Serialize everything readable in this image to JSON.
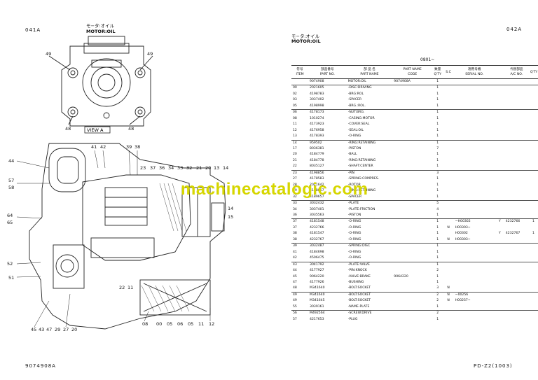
{
  "left_page": {
    "page_code": "041A",
    "title_jp": "モ−タ:オイル",
    "title_en": "MOTOR:OIL",
    "view_label": "VIEW A",
    "bottom_code": "9074908A",
    "callouts_top": [
      "49",
      "49",
      "48",
      "48"
    ],
    "callouts_section": [
      "41",
      "42",
      "39",
      "38",
      "23",
      "37",
      "36",
      "34",
      "33",
      "32",
      "21",
      "20",
      "13",
      "14",
      "44",
      "57",
      "58",
      "64",
      "65",
      "52",
      "51",
      "22",
      "11",
      "45",
      "43",
      "47",
      "29",
      "27",
      "20",
      "08",
      "00",
      "05",
      "06",
      "05",
      "11",
      "12",
      "14",
      "15"
    ]
  },
  "right_page": {
    "page_code": "042A",
    "title_jp": "モ−タ:オイル",
    "title_en": "MOTOR:OIL",
    "serial_from": "0801~",
    "bottom_code": "PD-Z2(1003)",
    "headers": {
      "item_jp": "符号",
      "item_en": "ITEM",
      "pno_jp": "部品番号",
      "pno_en": "PART NO.",
      "name_jp": "部 品 名",
      "name_en": "PART NAME",
      "code_jp": "PART NAME",
      "code_en": "CODE",
      "qty_jp": "数量",
      "qty_en": "Q'TY",
      "sc": "S.C",
      "serial_jp": "適用号機",
      "serial_en": "SERIAL NO.",
      "ano_jp": "代替部品",
      "ano_en": "A/C NO.",
      "aq_en": "Q'TY"
    },
    "rows": [
      {
        "item": "",
        "pno": "9074908",
        "name": "MOTOR:OIL",
        "code": "9074908A",
        "qty": "1",
        "sc": "",
        "serial": "",
        "sp": "",
        "ano": "",
        "aq": ""
      },
      {
        "item": "00",
        "pno": "2021605",
        "name": "-DISC:DRIVING",
        "code": "",
        "qty": "1",
        "sc": "",
        "serial": "",
        "sp": "",
        "ano": "",
        "aq": ""
      },
      {
        "item": "02",
        "pno": "4198783",
        "name": "-BRG:ROL",
        "code": "",
        "qty": "1",
        "sc": "",
        "serial": "",
        "sp": "",
        "ano": "",
        "aq": ""
      },
      {
        "item": "03",
        "pno": "3037402",
        "name": "-SPACER",
        "code": "",
        "qty": "1",
        "sc": "",
        "serial": "",
        "sp": "",
        "ano": "",
        "aq": ""
      },
      {
        "item": "05",
        "pno": "4198998",
        "name": "-BRG.:ROL.",
        "code": "",
        "qty": "1",
        "sc": "",
        "serial": "",
        "sp": "",
        "ano": "",
        "aq": ""
      },
      {
        "item": "06",
        "pno": "4178173",
        "name": "-NUT:BRG.",
        "code": "",
        "qty": "1",
        "sc": "",
        "serial": "",
        "sp": "",
        "ano": "",
        "aq": ""
      },
      {
        "item": "08",
        "pno": "1010274",
        "name": "-CASING:MOTOR",
        "code": "",
        "qty": "1",
        "sc": "",
        "serial": "",
        "sp": "",
        "ano": "",
        "aq": ""
      },
      {
        "item": "11",
        "pno": "4173923",
        "name": "-COVER:SEAL",
        "code": "",
        "qty": "1",
        "sc": "",
        "serial": "",
        "sp": "",
        "ano": "",
        "aq": ""
      },
      {
        "item": "12",
        "pno": "4176958",
        "name": "-SEAL:OIL",
        "code": "",
        "qty": "1",
        "sc": "",
        "serial": "",
        "sp": "",
        "ano": "",
        "aq": ""
      },
      {
        "item": "13",
        "pno": "4178393",
        "name": "-O-RING",
        "code": "",
        "qty": "1",
        "sc": "",
        "serial": "",
        "sp": "",
        "ano": "",
        "aq": ""
      },
      {
        "item": "14",
        "pno": "959502",
        "name": "-RING:RETAINING",
        "code": "",
        "qty": "1",
        "sc": "",
        "serial": "",
        "sp": "",
        "ano": "",
        "aq": ""
      },
      {
        "item": "17",
        "pno": "8036381",
        "name": "-PISTON",
        "code": "",
        "qty": "7",
        "sc": "",
        "serial": "",
        "sp": "",
        "ano": "",
        "aq": ""
      },
      {
        "item": "20",
        "pno": "4184779",
        "name": "-BALL",
        "code": "",
        "qty": "1",
        "sc": "",
        "serial": "",
        "sp": "",
        "ano": "",
        "aq": ""
      },
      {
        "item": "21",
        "pno": "4184778",
        "name": "-RING:RETAINING",
        "code": "",
        "qty": "1",
        "sc": "",
        "serial": "",
        "sp": "",
        "ano": "",
        "aq": ""
      },
      {
        "item": "22",
        "pno": "8035127",
        "name": "-SHAFT:CENTER",
        "code": "",
        "qty": "1",
        "sc": "",
        "serial": "",
        "sp": "",
        "ano": "",
        "aq": ""
      },
      {
        "item": "23",
        "pno": "4198856",
        "name": "-PIN",
        "code": "",
        "qty": "3",
        "sc": "",
        "serial": "",
        "sp": "",
        "ano": "",
        "aq": ""
      },
      {
        "item": "27",
        "pno": "4178583",
        "name": "-SPRING:COMPRES.",
        "code": "",
        "qty": "1",
        "sc": "",
        "serial": "",
        "sp": "",
        "ano": "",
        "aq": ""
      },
      {
        "item": "28",
        "pno": "2021642",
        "name": "-ROTOR",
        "code": "",
        "qty": "1",
        "sc": "",
        "serial": "",
        "sp": "",
        "ano": "",
        "aq": ""
      },
      {
        "item": "29",
        "pno": "4188857",
        "name": "-RING:RETAINING",
        "code": "",
        "qty": "1",
        "sc": "",
        "serial": "",
        "sp": "",
        "ano": "",
        "aq": ""
      },
      {
        "item": "32",
        "pno": "4189657",
        "name": "-SPACER",
        "code": "",
        "qty": "1",
        "sc": "",
        "serial": "",
        "sp": "",
        "ano": "",
        "aq": ""
      },
      {
        "item": "33",
        "pno": "3032432",
        "name": "-PLATE",
        "code": "",
        "qty": "5",
        "sc": "",
        "serial": "",
        "sp": "",
        "ano": "",
        "aq": ""
      },
      {
        "item": "34",
        "pno": "3037401",
        "name": "-PLATE:FRICTION",
        "code": "",
        "qty": "4",
        "sc": "",
        "serial": "",
        "sp": "",
        "ano": "",
        "aq": ""
      },
      {
        "item": "36",
        "pno": "3035563",
        "name": "-PISTON",
        "code": "",
        "qty": "1",
        "sc": "",
        "serial": "",
        "sp": "",
        "ano": "",
        "aq": ""
      },
      {
        "item": "37",
        "pno": "4181548",
        "name": "-O-RING",
        "code": "",
        "qty": "1",
        "sc": "",
        "serial": "~H00302",
        "sp": "Y",
        "ano": "4232766",
        "aq": "1"
      },
      {
        "item": "37",
        "pno": "4232766",
        "name": "-O-RING",
        "code": "",
        "qty": "1",
        "sc": "N",
        "serial": "H00303~",
        "sp": "",
        "ano": "",
        "aq": ""
      },
      {
        "item": "38",
        "pno": "4181547",
        "name": "-O-RING",
        "code": "",
        "qty": "1",
        "sc": "",
        "serial": "H00302",
        "sp": "Y",
        "ano": "4232767",
        "aq": "1"
      },
      {
        "item": "38",
        "pno": "4232767",
        "name": "-O-RING",
        "code": "",
        "qty": "1",
        "sc": "N",
        "serial": "H00303~",
        "sp": "",
        "ano": "",
        "aq": ""
      },
      {
        "item": "39",
        "pno": "3032487",
        "name": "-SPRING:DISC",
        "code": "",
        "qty": "1",
        "sc": "",
        "serial": "",
        "sp": "",
        "ano": "",
        "aq": ""
      },
      {
        "item": "41",
        "pno": "4184698",
        "name": "-O-RING",
        "code": "",
        "qty": "1",
        "sc": "",
        "serial": "",
        "sp": "",
        "ano": "",
        "aq": ""
      },
      {
        "item": "42",
        "pno": "4506475",
        "name": "-O-RING",
        "code": "",
        "qty": "1",
        "sc": "",
        "serial": "",
        "sp": "",
        "ano": "",
        "aq": ""
      },
      {
        "item": "43",
        "pno": "3041792",
        "name": "-PLATE:VALVE",
        "code": "",
        "qty": "1",
        "sc": "",
        "serial": "",
        "sp": "",
        "ano": "",
        "aq": ""
      },
      {
        "item": "44",
        "pno": "4177927",
        "name": "-PIN:KNOCK",
        "code": "",
        "qty": "2",
        "sc": "",
        "serial": "",
        "sp": "",
        "ano": "",
        "aq": ""
      },
      {
        "item": "45",
        "pno": "9064220",
        "name": "-VALVE:BRAKE",
        "code": "9064220",
        "qty": "1",
        "sc": "",
        "serial": "",
        "sp": "",
        "ano": "",
        "aq": ""
      },
      {
        "item": "47",
        "pno": "4177926",
        "name": "-BUSHING",
        "code": "",
        "qty": "1",
        "sc": "",
        "serial": "",
        "sp": "",
        "ano": "",
        "aq": ""
      },
      {
        "item": "48",
        "pno": "M341640",
        "name": "-BOLT:SOCKET",
        "code": "",
        "qty": "3",
        "sc": "N",
        "serial": "",
        "sp": "",
        "ano": "",
        "aq": ""
      },
      {
        "item": "49",
        "pno": "M341640",
        "name": "-BOLT:SOCKET",
        "code": "",
        "qty": "2",
        "sc": "N",
        "serial": "~00256",
        "sp": "",
        "ano": "",
        "aq": ""
      },
      {
        "item": "49",
        "pno": "M341645",
        "name": "-BOLT:SOCKET",
        "code": "",
        "qty": "2",
        "sc": "N",
        "serial": "H00257~",
        "sp": "",
        "ano": "",
        "aq": ""
      },
      {
        "item": "55",
        "pno": "3039161",
        "name": "-NAME-PLATE",
        "code": "",
        "qty": "1",
        "sc": "",
        "serial": "",
        "sp": "",
        "ano": "",
        "aq": ""
      },
      {
        "item": "56",
        "pno": "M492564",
        "name": "-SCREW:DRIVE",
        "code": "",
        "qty": "2",
        "sc": "",
        "serial": "",
        "sp": "",
        "ano": "",
        "aq": ""
      },
      {
        "item": "57",
        "pno": "4217653",
        "name": "-PLUG",
        "code": "",
        "qty": "1",
        "sc": "",
        "serial": "",
        "sp": "",
        "ano": "",
        "aq": ""
      }
    ]
  },
  "watermark": "machinecatalogic.com"
}
